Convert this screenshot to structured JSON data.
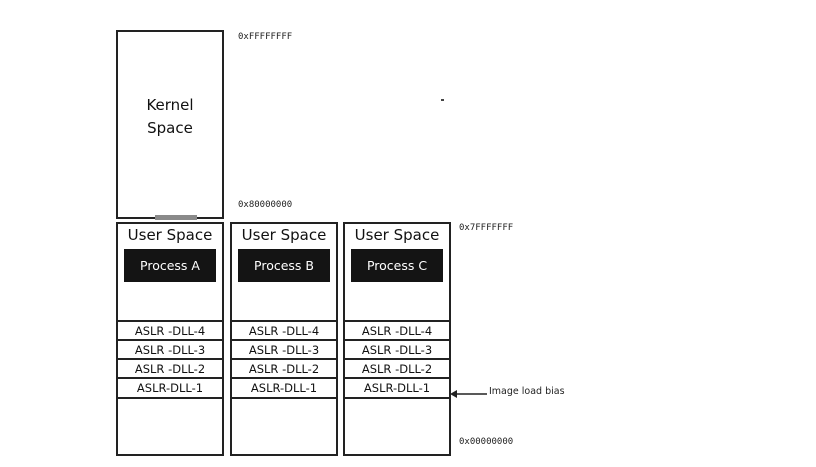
{
  "kernel": {
    "label": "Kernel\nSpace"
  },
  "processes": [
    {
      "title": "User Space",
      "name": "Process A",
      "dlls": [
        "ASLR -DLL-4",
        "ASLR -DLL-3",
        "ASLR -DLL-2",
        "ASLR-DLL-1"
      ]
    },
    {
      "title": "User Space",
      "name": "Process B",
      "dlls": [
        "ASLR -DLL-4",
        "ASLR -DLL-3",
        "ASLR -DLL-2",
        "ASLR-DLL-1"
      ]
    },
    {
      "title": "User Space",
      "name": "Process C",
      "dlls": [
        "ASLR -DLL-4",
        "ASLR -DLL-3",
        "ASLR -DLL-2",
        "ASLR-DLL-1"
      ]
    }
  ],
  "addresses": {
    "top": "0xFFFFFFFF",
    "kernel_base": "0x80000000",
    "user_top": "0x7FFFFFFF",
    "bottom": "0x00000000"
  },
  "annotation": {
    "image_load_bias": "Image load bias"
  }
}
